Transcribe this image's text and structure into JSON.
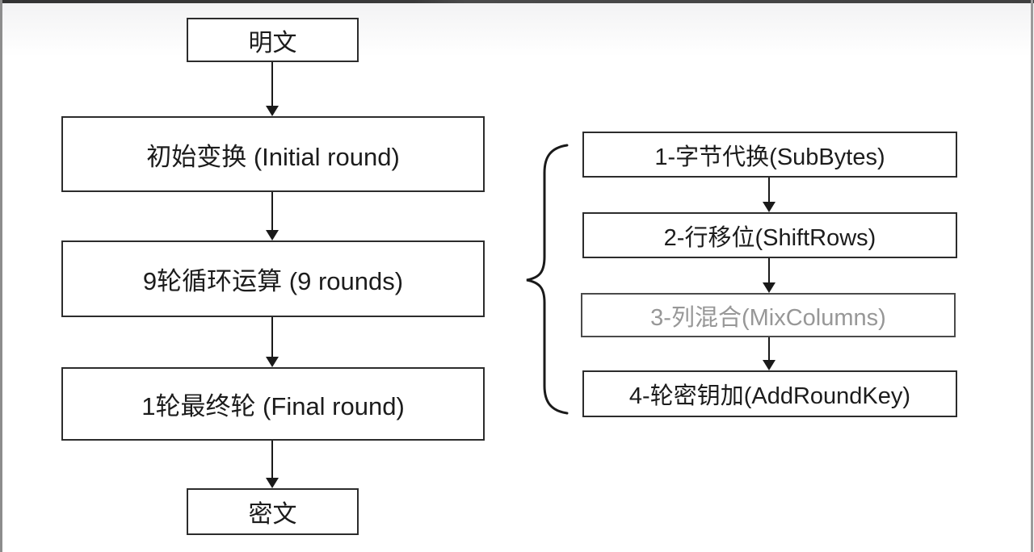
{
  "diagram": {
    "title_semantic": "AES encryption round structure flowchart",
    "colors": {
      "box_border": "#2c2c2c",
      "text": "#1c1c1c",
      "muted_text": "#979797",
      "arrow": "#1a1a1a",
      "top_bar": "#3a3a3a",
      "edge_line": "#8d8d8d",
      "background": "#ffffff"
    },
    "main_flow": {
      "nodes": [
        {
          "id": "plaintext",
          "label": "明文"
        },
        {
          "id": "initial-round",
          "label": "初始变换 (Initial round)"
        },
        {
          "id": "nine-rounds",
          "label": "9轮循环运算 (9 rounds)"
        },
        {
          "id": "final-round",
          "label": "1轮最终轮 (Final round)"
        },
        {
          "id": "ciphertext",
          "label": "密文"
        }
      ]
    },
    "round_steps": {
      "nodes": [
        {
          "id": "subbytes",
          "label": "1-字节代换(SubBytes)",
          "muted": false
        },
        {
          "id": "shiftrows",
          "label": "2-行移位(ShiftRows)",
          "muted": false
        },
        {
          "id": "mixcolumns",
          "label": "3-列混合(MixColumns)",
          "muted": true
        },
        {
          "id": "addroundkey",
          "label": "4-轮密钥加(AddRoundKey)",
          "muted": false
        }
      ]
    }
  }
}
